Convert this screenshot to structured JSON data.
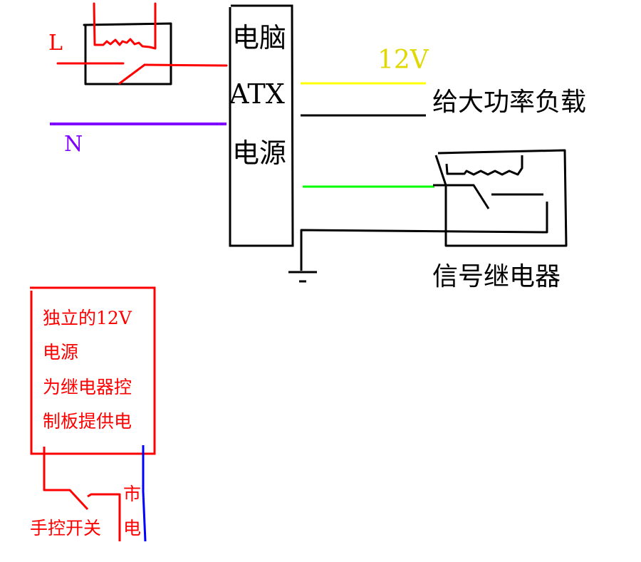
{
  "colors": {
    "live": "#ff0000",
    "neutral": "#8000ff",
    "v12": "#ffff00",
    "v12_label": "#e0d800",
    "signal": "#00ff00",
    "wire": "#000000",
    "mains_blue": "#0000ff"
  },
  "mains": {
    "live_label": "L",
    "neutral_label": "N"
  },
  "atx_psu": {
    "line1": "电脑",
    "line2": "ATX",
    "line3": "电源"
  },
  "output": {
    "voltage_label": "12V",
    "load_label": "给大功率负载"
  },
  "signal_relay": {
    "label": "信号继电器"
  },
  "aux_psu": {
    "lines": [
      "独立的12V",
      "电源",
      "为继电器控",
      "制板提供电"
    ],
    "switch_label": "手控开关",
    "mains_label_1": "市",
    "mains_label_2": "电"
  }
}
